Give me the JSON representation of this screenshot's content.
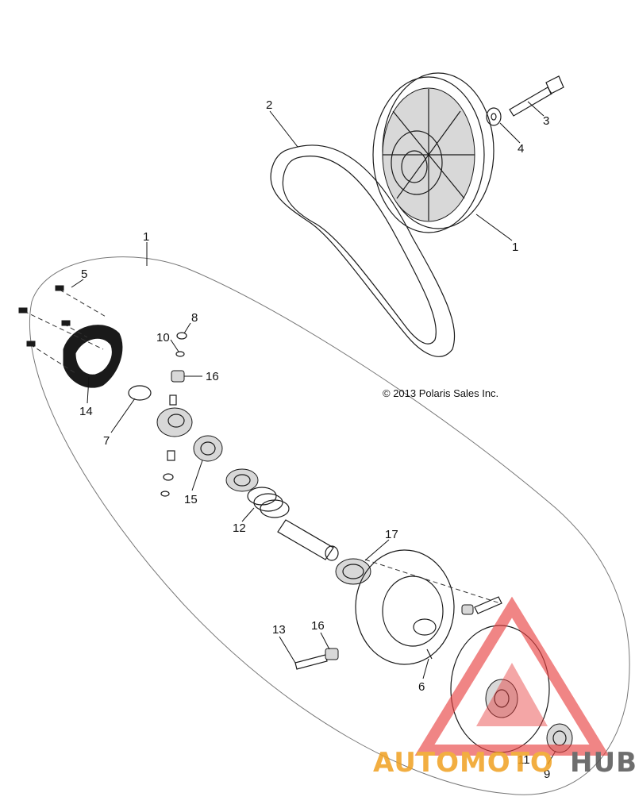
{
  "copyright": "© 2013 Polaris Sales Inc.",
  "callouts": {
    "c1_top": "1",
    "c1_assembly": "1",
    "c2": "2",
    "c3": "3",
    "c4": "4",
    "c5": "5",
    "c6": "6",
    "c7": "7",
    "c8": "8",
    "c9": "9",
    "c10": "10",
    "c11": "11",
    "c12": "12",
    "c13": "13",
    "c14": "14",
    "c15": "15",
    "c16_upper": "16",
    "c16_lower": "16",
    "c17": "17"
  },
  "watermark": {
    "text_left": "AUTOMOTO",
    "text_right": "HUB",
    "color_red": "#e84040",
    "color_orange": "#f0a020",
    "color_gray": "#555555"
  }
}
